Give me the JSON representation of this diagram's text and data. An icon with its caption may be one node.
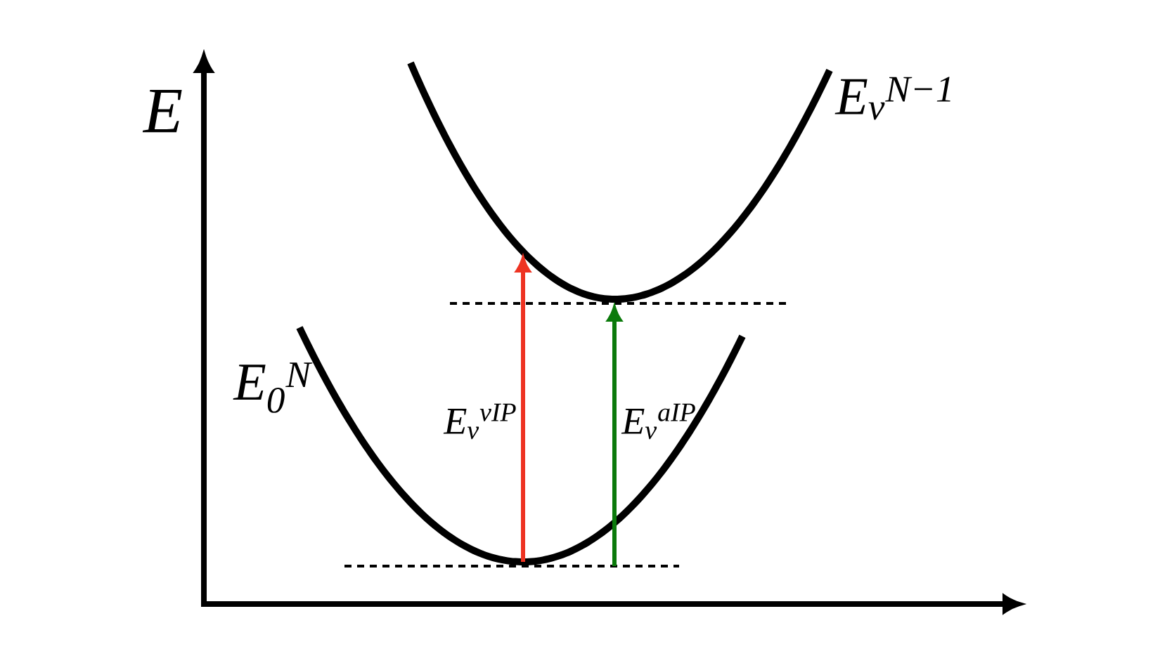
{
  "diagram": {
    "labels": [
      "E",
      "E$_{ν}$$^{N−1}$",
      "E$_{0}$$^{N}$",
      "E$_{ν}$$^{vIP}$",
      "E$_{ν}$$^{aIP}$"
    ]
  }
}
